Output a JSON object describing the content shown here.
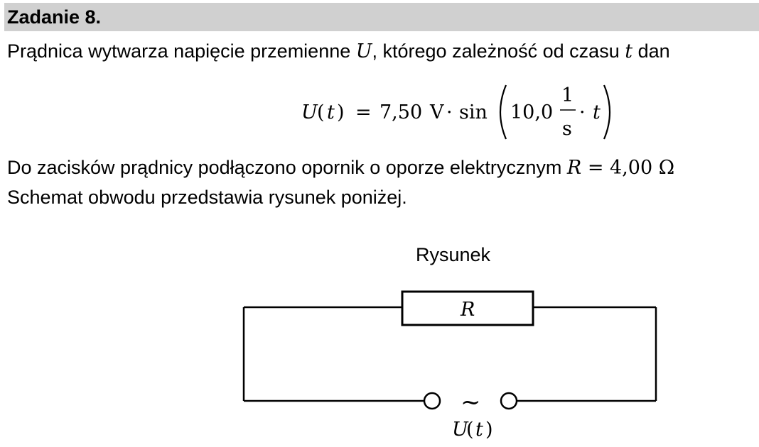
{
  "header": {
    "title": "Zadanie 8."
  },
  "paragraph1": {
    "text_before_U": "Prądnica wytwarza napięcie przemienne ",
    "var_U": "U",
    "text_middle": ", którego zależność od czasu ",
    "var_t": "t",
    "text_after": " dan"
  },
  "formula": {
    "lhs_U": "U",
    "lhs_paren_open": "(",
    "lhs_t": "t",
    "lhs_paren_close": ")",
    "equals": "=",
    "amplitude": "7,50",
    "unit_V": "V",
    "dot": "·",
    "sin": "sin",
    "freq": "10,0",
    "frac_num": "1",
    "frac_den": "s",
    "dot2": "·",
    "var_t": "t"
  },
  "paragraph2": {
    "text_before_R": "Do zacisków prądnicy podłączono opornik o oporze elektrycznym ",
    "var_R": "R",
    "equals": " = ",
    "value": "4,00 Ω"
  },
  "paragraph3": {
    "text": "Schemat obwodu przedstawia rysunek poniżej."
  },
  "figure": {
    "caption": "Rysunek",
    "resistor_label": "R",
    "source_symbol": "~",
    "source_label_U": "U",
    "source_label_open": "(",
    "source_label_t": "t",
    "source_label_close": ")"
  }
}
